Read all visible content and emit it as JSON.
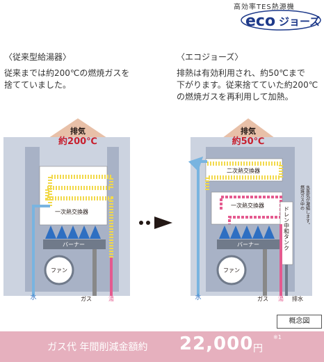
{
  "brand": {
    "subtitle": "高効率TES熱源機",
    "logo_text": "ecoジョーズ"
  },
  "left": {
    "title": "〈従来型給湯器〉",
    "desc_line1": "従来までは約200℃の燃焼ガスを",
    "desc_line2": "捨てていました。",
    "exhaust_label": "排気",
    "exhaust_temp": "約200℃",
    "exchanger1": "一次熱交換器",
    "burner": "バーナー",
    "fan": "ファン",
    "water": "水",
    "gas": "ガス",
    "hot": "湯"
  },
  "right": {
    "title": "〈エコジョーズ〉",
    "desc_line1": "排熱は有効利用され、約50℃まで",
    "desc_line2": "下がります。従来捨てていた約200℃",
    "desc_line3": "の燃焼ガスを再利用して加熱。",
    "exhaust_label": "排気",
    "exhaust_temp": "約50℃",
    "exchanger2": "二次熱交換器",
    "exchanger1": "一次熱交換器",
    "burner": "バーナー",
    "fan": "ファン",
    "drain_tank": "ドレン中和タンク",
    "note_line1": "燃焼ガス中の",
    "note_line2": "水蒸気が凝縮します。",
    "water": "水",
    "gas": "ガス",
    "hot": "湯",
    "drain": "排水"
  },
  "footer": {
    "label": "ガス代 年間削減金額約",
    "amount": "22,000",
    "unit": "円",
    "note": "※1"
  },
  "gainen": "概念図",
  "colors": {
    "panel": "#ccd3e0",
    "inner": "#a8b2c6",
    "exhaust": "#e8c0a8",
    "temp_red": "#c8202e",
    "water_blue": "#79b4e0",
    "hot_pink": "#e45a8f",
    "yellow": "#f2d94a",
    "burner_blue": "#2e6fc2",
    "footer_bg": "#e6b0be"
  }
}
